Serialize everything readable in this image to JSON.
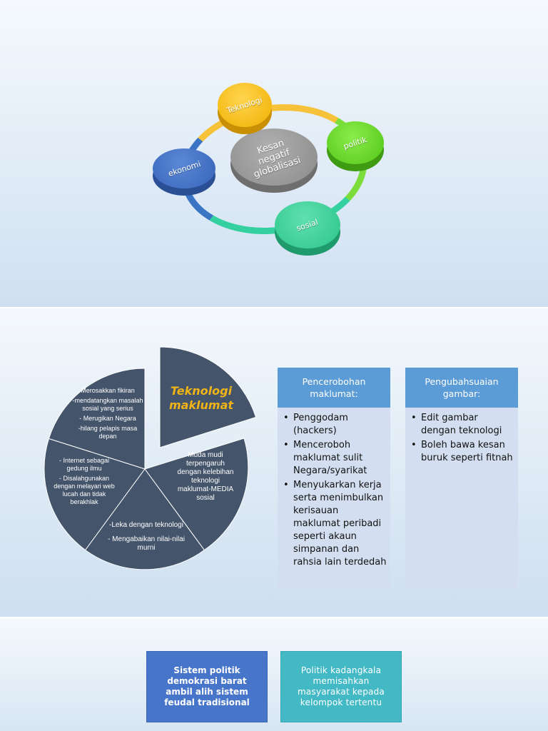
{
  "slide1": {
    "center": "Kesan negatif globalisasi",
    "nodes": [
      {
        "id": "teknologi",
        "label": "Teknologi",
        "color": "#f5b80f"
      },
      {
        "id": "politik",
        "label": "politik",
        "color": "#5fd323"
      },
      {
        "id": "sosial",
        "label": "sosial",
        "color": "#33cc94"
      },
      {
        "id": "ekonomi",
        "label": "ekonomi",
        "color": "#3c6bc4"
      }
    ]
  },
  "slide2": {
    "pie_color": "#44546a",
    "teknologi_label": "Teknologi maklumat",
    "segments": {
      "top_left": [
        "Merosakkan fikiran",
        "-mendatangkan masalah sosial yang serius",
        "- Merugikan Negara",
        "-hilang pelapis masa depan"
      ],
      "left": [
        "- Internet sebagai gedung ilmu",
        "- Disalahgunakan dengan melayari web lucah dan tidak berakhlak"
      ],
      "bottom": [
        "-Leka dengan teknologi",
        "- Mengabaikan nilai-nilai murni"
      ],
      "right": [
        "Muda mudi terpengaruh dengan kelebihan teknologi maklumat-MEDIA sosial"
      ]
    },
    "cards": [
      {
        "title": "Pencerobohan maklumat:",
        "items": [
          "Penggodam (hackers)",
          "Menceroboh maklumat sulit Negara/syarikat",
          "Menyukarkan kerja serta menimbulkan kerisauan maklumat peribadi seperti akaun simpanan dan rahsia lain terdedah"
        ]
      },
      {
        "title": "Pengubahsuaian gambar:",
        "items": [
          "Edit gambar dengan teknologi",
          "Boleh bawa kesan buruk seperti fitnah"
        ]
      }
    ]
  },
  "slide3": {
    "box_demokrasi": "Sistem politik demokrasi barat ambil alih sistem feudal tradisional",
    "box_politik": "Politik kadangkala memisahkan masyarakat kepada kelompok tertentu"
  }
}
